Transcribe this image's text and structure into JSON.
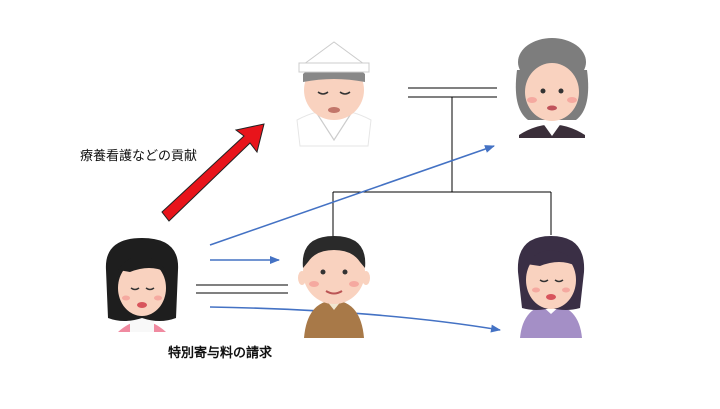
{
  "labels": {
    "contribution": "療養看護などの貢献",
    "claim": "特別寄与料の請求"
  },
  "colors": {
    "contribution_arrow": "#e8141b",
    "claim_arrows": "#4472c4",
    "lines": "#000000"
  },
  "people": [
    {
      "role": "deceased",
      "icon": "deceased-person-icon"
    },
    {
      "role": "spouse",
      "icon": "elderly-woman-icon"
    },
    {
      "role": "claimant",
      "icon": "woman-curly-hair-icon"
    },
    {
      "role": "son",
      "icon": "man-icon"
    },
    {
      "role": "daughter",
      "icon": "woman-icon"
    }
  ]
}
